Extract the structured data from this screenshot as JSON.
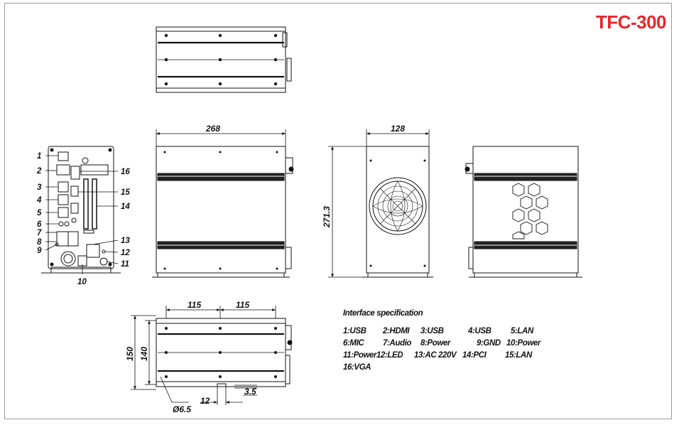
{
  "model_title": "TFC-300",
  "colors": {
    "model_title": "#e8262c",
    "line": "#111111",
    "frame": "#9a9a9a"
  },
  "dimensions": {
    "width": "268",
    "depth": "128",
    "height": "271.3",
    "hole_spacing_1": "115",
    "hole_spacing_2": "115",
    "plate_width_outer": "150",
    "plate_width_inner": "140",
    "hole_diameter": "Ø6.5",
    "slot_length": "12",
    "slot_width": "3.5"
  },
  "callouts": [
    "1",
    "2",
    "3",
    "4",
    "5",
    "6",
    "7",
    "8",
    "9",
    "10",
    "11",
    "12",
    "13",
    "14",
    "15",
    "16"
  ],
  "interface_spec": {
    "title": "Interface specification",
    "items": [
      "1:USB",
      "2:HDMI",
      "3:USB",
      "4:USB",
      "5:LAN",
      "6:MIC",
      "7:Audio",
      "8:Power",
      "9:GND",
      "10:Power",
      "11:Power",
      "12:LED",
      "13:AC 220V",
      "14:PCI",
      "15:LAN",
      "16:VGA"
    ]
  }
}
